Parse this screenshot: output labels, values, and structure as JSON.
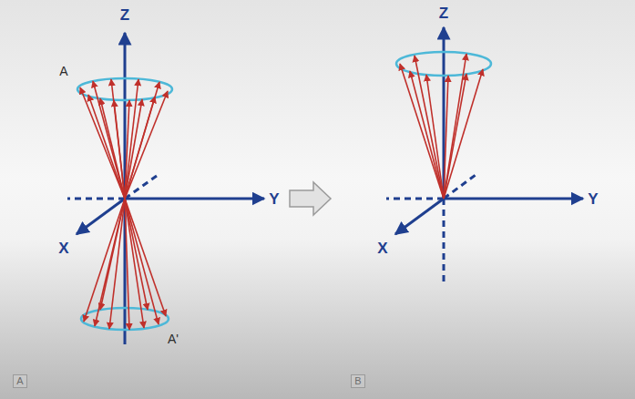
{
  "diagram": {
    "nodes": [
      {
        "text": [
          "A"
        ]
      },
      {
        "text": [
          "B"
        ]
      }
    ],
    "labels": [
      "Z",
      "A",
      "Y",
      "X",
      "A'",
      "Z",
      "Y",
      "X"
    ]
  }
}
